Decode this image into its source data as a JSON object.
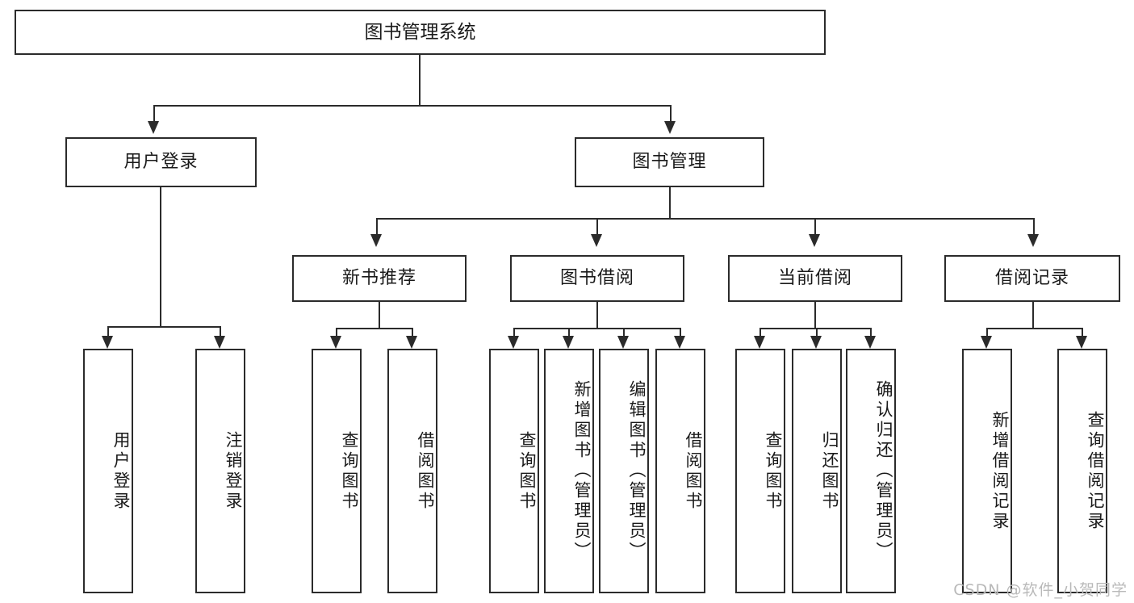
{
  "diagram": {
    "title": "图书管理系统",
    "type": "tree-functional-structure",
    "watermark": "CSDN @软件_小贺同学",
    "colors": {
      "stroke": "#2b2b2b",
      "text": "#1a1a1a",
      "background": "#ffffff",
      "watermark": "#b9b9b9"
    }
  },
  "nodes": {
    "root": {
      "label": "图书管理系统"
    },
    "level2": [
      {
        "id": "user-login",
        "label": "用户登录"
      },
      {
        "id": "book-manage",
        "label": "图书管理"
      }
    ],
    "level3": [
      {
        "id": "new-book-recommend",
        "label": "新书推荐"
      },
      {
        "id": "book-borrow",
        "label": "图书借阅"
      },
      {
        "id": "current-borrow",
        "label": "当前借阅"
      },
      {
        "id": "borrow-record",
        "label": "借阅记录"
      }
    ],
    "leaves": {
      "user-login": [
        {
          "id": "leaf-user-login",
          "label": "用户登录"
        },
        {
          "id": "leaf-user-logout",
          "label": "注销登录"
        }
      ],
      "new-book-recommend": [
        {
          "id": "leaf-query-book-1",
          "label": "查询图书"
        },
        {
          "id": "leaf-borrow-book-1",
          "label": "借阅图书"
        }
      ],
      "book-borrow": [
        {
          "id": "leaf-query-book-2",
          "label": "查询图书"
        },
        {
          "id": "leaf-add-book",
          "label": "新增图书（管理员）"
        },
        {
          "id": "leaf-edit-book",
          "label": "编辑图书（管理员）"
        },
        {
          "id": "leaf-borrow-book-2",
          "label": "借阅图书"
        }
      ],
      "current-borrow": [
        {
          "id": "leaf-query-book-3",
          "label": "查询图书"
        },
        {
          "id": "leaf-return-book",
          "label": "归还图书"
        },
        {
          "id": "leaf-confirm-return",
          "label": "确认归还（管理员）"
        }
      ],
      "borrow-record": [
        {
          "id": "leaf-add-record",
          "label": "新增借阅记录"
        },
        {
          "id": "leaf-query-record",
          "label": "查询借阅记录"
        }
      ]
    }
  }
}
